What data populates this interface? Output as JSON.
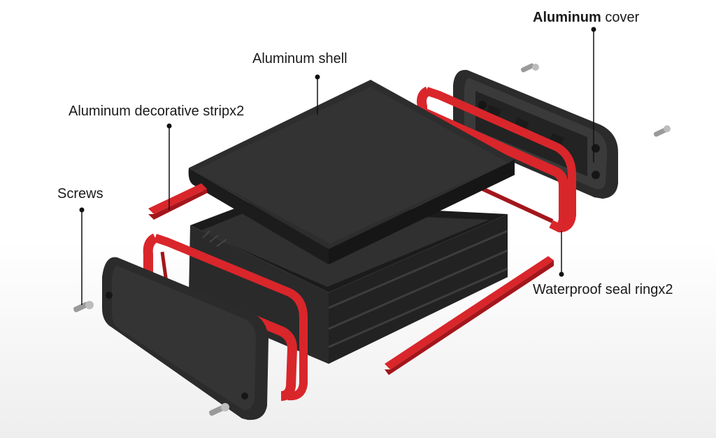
{
  "labels": {
    "cover_bold": "Aluminum",
    "cover_rest": " cover",
    "shell": "Aluminum shell",
    "strip": "Aluminum decorative stripx2",
    "screws": "Screws",
    "seal": "Waterproof seal ringx2"
  },
  "colors": {
    "body": "#2b2b2b",
    "body_dark": "#1a1a1a",
    "body_light": "#3c3c3c",
    "seal": "#d9262b",
    "seal_dark": "#a3161b",
    "leader": "#111111"
  }
}
